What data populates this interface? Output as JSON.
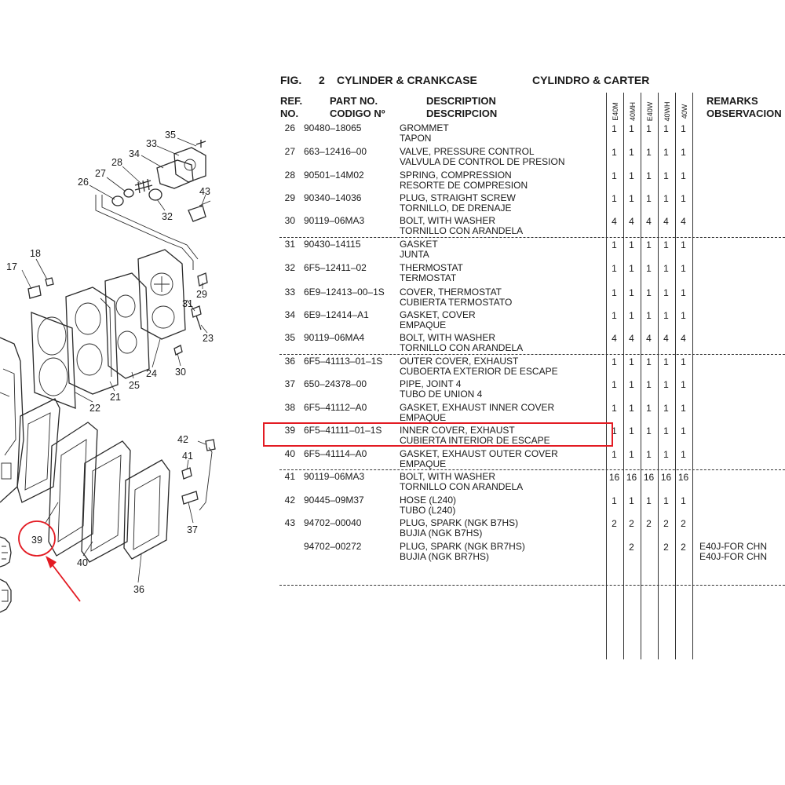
{
  "figure": {
    "label": "FIG.",
    "number": "2",
    "title": "CYLINDER & CRANKCASE",
    "title_es": "CYLINDRO & CARTER"
  },
  "headers": {
    "ref_en": "REF.",
    "ref_es": "NO.",
    "part_en": "PART NO.",
    "part_es": "CODIGO Nº",
    "desc_en": "DESCRIPTION",
    "desc_es": "DESCRIPCION",
    "models": [
      "E40M",
      "40MH",
      "E40W",
      "40WH",
      "40W"
    ],
    "remarks_en": "REMARKS",
    "remarks_es": "OBSERVACION"
  },
  "parts": [
    {
      "ref": "26",
      "part_no": "90480–18065",
      "desc": "GROMMET",
      "desc_es": "TAPON",
      "qty": [
        "1",
        "1",
        "1",
        "1",
        "1"
      ],
      "remarks": [
        "",
        ""
      ]
    },
    {
      "ref": "27",
      "part_no": "663–12416–00",
      "desc": "VALVE, PRESSURE CONTROL",
      "desc_es": "VALVULA DE CONTROL DE PRESION",
      "qty": [
        "1",
        "1",
        "1",
        "1",
        "1"
      ],
      "remarks": [
        "",
        ""
      ]
    },
    {
      "ref": "28",
      "part_no": "90501–14M02",
      "desc": "SPRING, COMPRESSION",
      "desc_es": "RESORTE  DE COMPRESION",
      "qty": [
        "1",
        "1",
        "1",
        "1",
        "1"
      ],
      "remarks": [
        "",
        ""
      ]
    },
    {
      "ref": "29",
      "part_no": "90340–14036",
      "desc": "PLUG, STRAIGHT SCREW",
      "desc_es": "TORNILLO, DE DRENAJE",
      "qty": [
        "1",
        "1",
        "1",
        "1",
        "1"
      ],
      "remarks": [
        "",
        ""
      ]
    },
    {
      "ref": "30",
      "part_no": "90119–06MA3",
      "desc": "BOLT, WITH WASHER",
      "desc_es": "TORNILLO CON ARANDELA",
      "qty": [
        "4",
        "4",
        "4",
        "4",
        "4"
      ],
      "remarks": [
        "",
        ""
      ]
    },
    {
      "ref": "31",
      "part_no": "90430–14115",
      "desc": "GASKET",
      "desc_es": "JUNTA",
      "qty": [
        "1",
        "1",
        "1",
        "1",
        "1"
      ],
      "remarks": [
        "",
        ""
      ]
    },
    {
      "ref": "32",
      "part_no": "6F5–12411–02",
      "desc": "THERMOSTAT",
      "desc_es": "TERMOSTAT",
      "qty": [
        "1",
        "1",
        "1",
        "1",
        "1"
      ],
      "remarks": [
        "",
        ""
      ]
    },
    {
      "ref": "33",
      "part_no": "6E9–12413–00–1S",
      "desc": "COVER, THERMOSTAT",
      "desc_es": "CUBIERTA  TERMOSTATO",
      "qty": [
        "1",
        "1",
        "1",
        "1",
        "1"
      ],
      "remarks": [
        "",
        ""
      ]
    },
    {
      "ref": "34",
      "part_no": "6E9–12414–A1",
      "desc": "GASKET, COVER",
      "desc_es": "EMPAQUE",
      "qty": [
        "1",
        "1",
        "1",
        "1",
        "1"
      ],
      "remarks": [
        "",
        ""
      ]
    },
    {
      "ref": "35",
      "part_no": "90119–06MA4",
      "desc": "BOLT, WITH WASHER",
      "desc_es": "TORNILLO CON ARANDELA",
      "qty": [
        "4",
        "4",
        "4",
        "4",
        "4"
      ],
      "remarks": [
        "",
        ""
      ]
    },
    {
      "ref": "36",
      "part_no": "6F5–41113–01–1S",
      "desc": "OUTER COVER, EXHAUST",
      "desc_es": "CUBOERTA EXTERIOR DE ESCAPE",
      "qty": [
        "1",
        "1",
        "1",
        "1",
        "1"
      ],
      "remarks": [
        "",
        ""
      ]
    },
    {
      "ref": "37",
      "part_no": "650–24378–00",
      "desc": "PIPE, JOINT 4",
      "desc_es": "TUBO DE UNION 4",
      "qty": [
        "1",
        "1",
        "1",
        "1",
        "1"
      ],
      "remarks": [
        "",
        ""
      ]
    },
    {
      "ref": "38",
      "part_no": "6F5–41112–A0",
      "desc": "GASKET, EXHAUST INNER COVER",
      "desc_es": "EMPAQUE",
      "qty": [
        "1",
        "1",
        "1",
        "1",
        "1"
      ],
      "remarks": [
        "",
        ""
      ]
    },
    {
      "ref": "39",
      "part_no": "6F5–41111–01–1S",
      "desc": "INNER COVER, EXHAUST",
      "desc_es": "CUBIERTA INTERIOR DE ESCAPE",
      "qty": [
        "1",
        "1",
        "1",
        "1",
        "1"
      ],
      "remarks": [
        "",
        ""
      ]
    },
    {
      "ref": "40",
      "part_no": "6F5–41114–A0",
      "desc": "GASKET, EXHAUST OUTER COVER",
      "desc_es": "EMPAQUE",
      "qty": [
        "1",
        "1",
        "1",
        "1",
        "1"
      ],
      "remarks": [
        "",
        ""
      ]
    },
    {
      "ref": "41",
      "part_no": "90119–06MA3",
      "desc": "BOLT, WITH WASHER",
      "desc_es": "TORNILLO CON ARANDELA",
      "qty": [
        "16",
        "16",
        "16",
        "16",
        "16"
      ],
      "remarks": [
        "",
        ""
      ]
    },
    {
      "ref": "42",
      "part_no": "90445–09M37",
      "desc": "HOSE (L240)",
      "desc_es": "TUBO (L240)",
      "qty": [
        "1",
        "1",
        "1",
        "1",
        "1"
      ],
      "remarks": [
        "",
        ""
      ]
    },
    {
      "ref": "43",
      "part_no": "94702–00040",
      "desc": "PLUG, SPARK (NGK B7HS)",
      "desc_es": "BUJIA (NGK B7HS)",
      "qty": [
        "2",
        "2",
        "2",
        "2",
        "2"
      ],
      "remarks": [
        "",
        ""
      ]
    },
    {
      "ref": "",
      "part_no": "94702–00272",
      "desc": "PLUG, SPARK (NGK BR7HS)",
      "desc_es": "BUJIA (NGK BR7HS)",
      "qty": [
        "",
        "2",
        "",
        "2",
        "2"
      ],
      "remarks": [
        "E40J-FOR CHN",
        "E40J-FOR CHN"
      ]
    }
  ],
  "diagram": {
    "callouts": [
      "35",
      "34",
      "33",
      "28",
      "27",
      "26",
      "43",
      "32",
      "18",
      "17",
      "29",
      "31",
      "23",
      "30",
      "24",
      "25",
      "21",
      "22",
      "42",
      "41",
      "37",
      "39",
      "40",
      "36"
    ],
    "highlight_color": "#e31b23",
    "highlighted_ref": "39"
  }
}
